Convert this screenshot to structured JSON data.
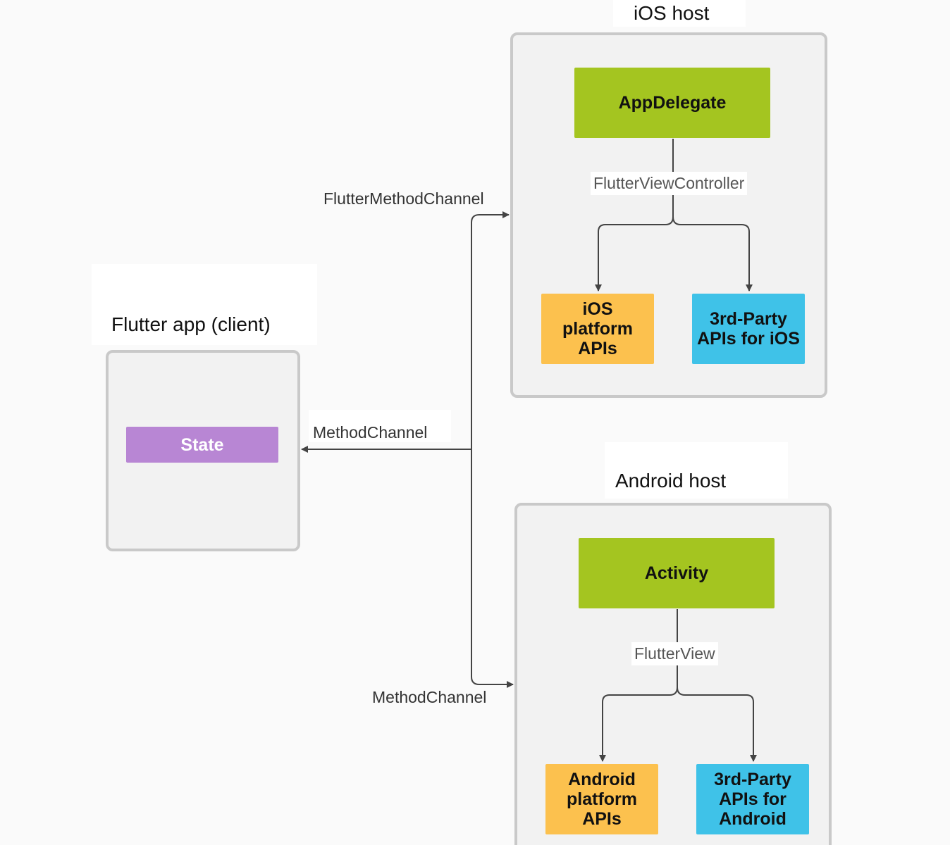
{
  "flutter_app": {
    "title": "Flutter app (client)",
    "state_label": "State"
  },
  "ios_host": {
    "title": "iOS host",
    "app_delegate_label": "AppDelegate",
    "view_controller_label": "FlutterViewController",
    "platform_apis_label": "iOS\nplatform\nAPIs",
    "third_party_label": "3rd-Party\nAPIs for iOS"
  },
  "android_host": {
    "title": "Android host",
    "activity_label": "Activity",
    "flutter_view_label": "FlutterView",
    "platform_apis_label": "Android\nplatform\nAPIs",
    "third_party_label": "3rd-Party\nAPIs for\nAndroid"
  },
  "channels": {
    "ios_channel_label": "FlutterMethodChannel",
    "client_channel_label": "MethodChannel",
    "android_channel_label": "MethodChannel"
  },
  "colors": {
    "host_block": "#a4c520",
    "platform_api": "#fcc14e",
    "third_party_api": "#3fc2e8",
    "state": "#b886d4",
    "container_fill": "#f2f2f2",
    "container_border": "#c9c9c9",
    "connector": "#444444"
  }
}
